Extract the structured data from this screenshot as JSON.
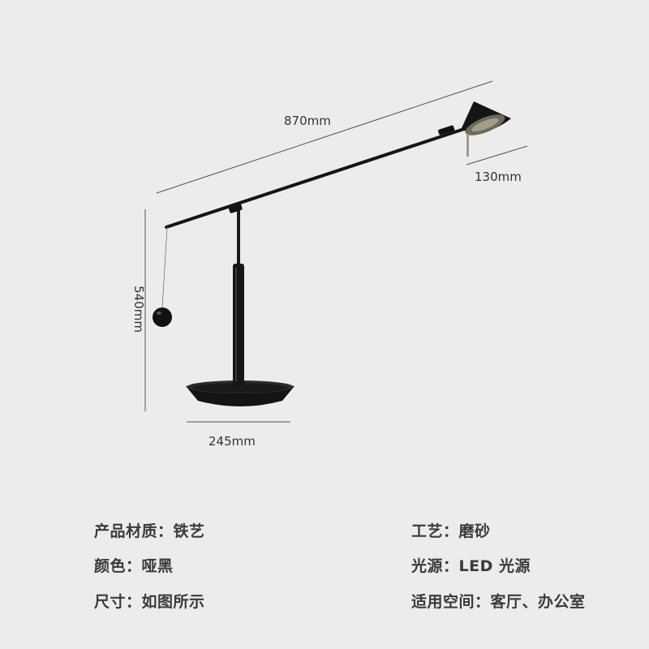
{
  "dimensions": {
    "length": "870mm",
    "head": "130mm",
    "height": "540mm",
    "base": "245mm"
  },
  "specs": [
    {
      "label": "产品材质",
      "sep": "：",
      "value": "铁艺"
    },
    {
      "label": "颜色",
      "sep": "：",
      "value": "哑黑"
    },
    {
      "label": "尺寸",
      "sep": "：",
      "value": "如图所示"
    },
    {
      "label": "工艺",
      "sep": "：",
      "value": "磨砂"
    },
    {
      "label": "光源",
      "sep": "：",
      "value": "LED 光源"
    },
    {
      "label": "适用空间",
      "sep": "：",
      "value": "客厅、办公室"
    }
  ],
  "colors": {
    "background": "#ececec",
    "lamp": "#151515",
    "dimension_line": "#555555",
    "text": "#333333"
  }
}
